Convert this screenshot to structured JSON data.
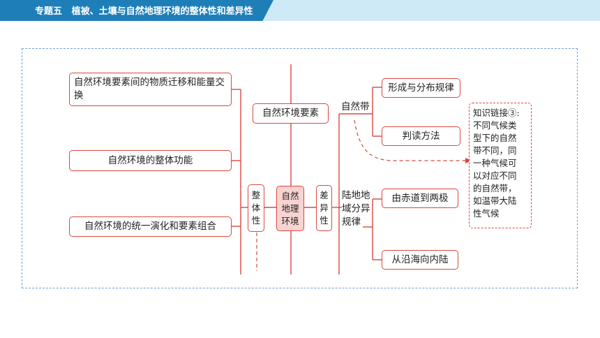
{
  "header": {
    "topic": "专题五",
    "title": "植被、土壤与自然地理环境的整体性和差异性"
  },
  "diagram": {
    "center": "自然\n地理\n环境",
    "element_box": "自然环境要素",
    "wholeness": "整\n体\n性",
    "difference": "差\n异\n性",
    "left_items": [
      "自然环境要素间的物质迁移和能量交换",
      "自然环境的整体功能",
      "自然环境的统一演化和要素组合"
    ],
    "natural_zone_label": "自然带",
    "natural_zone_items": [
      "形成与分布规律",
      "判读方法"
    ],
    "land_sea_label": "陆地地\n域分异\n规律",
    "land_sea_items": [
      "由赤道到两极",
      "从沿海向内陆"
    ],
    "note": "知识链接③:\n不同气候类\n型下的自然\n带不同，同\n一种气候可\n以对应不同\n的自然带，\n如温带大陆\n性气候"
  }
}
